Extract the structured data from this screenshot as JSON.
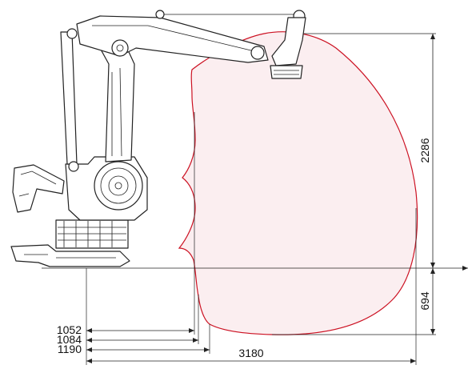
{
  "colors": {
    "envelope_stroke": "#cc1122",
    "envelope_fill": "#fbeef0",
    "line": "#222222",
    "background": "#ffffff"
  },
  "dimensions": {
    "height_upper": "2286",
    "height_lower": "694",
    "reach_min": "1052",
    "reach_mid": "1084",
    "reach_inner": "1190",
    "reach_max": "3180"
  }
}
